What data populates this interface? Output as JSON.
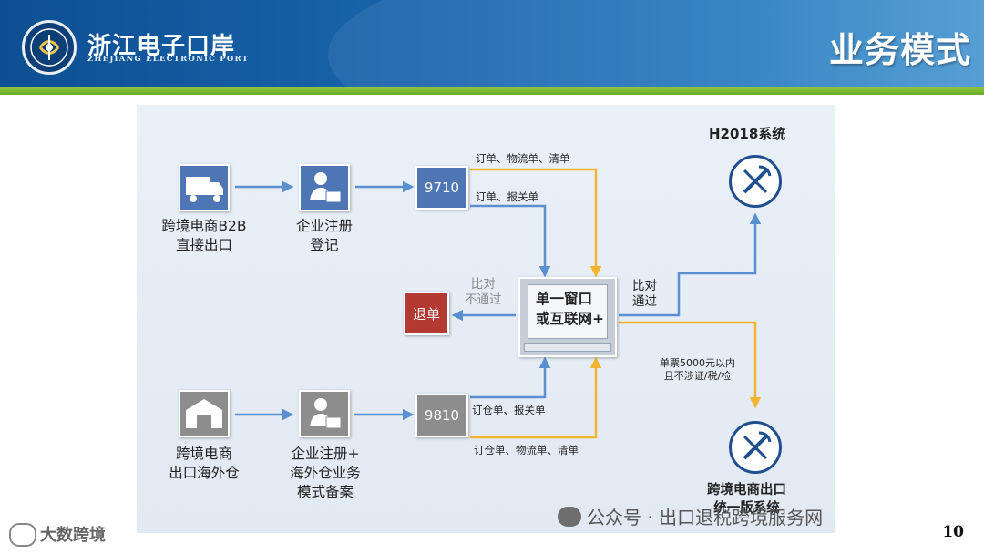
{
  "header": {
    "logo_name": "浙江电子口岸",
    "logo_en": "ZHEJIANG ELECTRONIC PORT",
    "title": "业务模式"
  },
  "diagram": {
    "b2b": {
      "label1": "跨境电商B2B",
      "label2": "直接出口"
    },
    "reg1": {
      "label1": "企业注册",
      "label2": "登记"
    },
    "code1": "9710",
    "code1_top": "订单、物流单、清单",
    "code1_bottom": "订单、报关单",
    "overseas": {
      "label1": "跨境电商",
      "label2": "出口海外仓"
    },
    "reg2": {
      "label1": "企业注册+",
      "label2": "海外仓业务",
      "label3": "模式备案"
    },
    "code2": "9810",
    "code2_top": "订仓单、报关单",
    "code2_bottom": "订仓单、物流单、清单",
    "window": {
      "line1": "单一窗口",
      "line2": "或互联网+"
    },
    "reject": "退单",
    "fail": {
      "line1": "比对",
      "line2": "不通过"
    },
    "pass": {
      "line1": "比对",
      "line2": "通过"
    },
    "h2018": "H2018系统",
    "condition": {
      "line1": "单票5000元以内",
      "line2": "且不涉证/税/检"
    },
    "unified": {
      "line1": "跨境电商出口",
      "line2": "统一版系统"
    }
  },
  "watermark": {
    "left": "大数跨境",
    "center": "公众号 · 出口退税跨境服务网"
  },
  "page_number": "10",
  "colors": {
    "header_blue": "#1a66ad",
    "stripe_green": "#7ab83a",
    "arrow_blue": "#5b8fd0",
    "arrow_yellow": "#f3b431",
    "box_9710": "#4f76b4",
    "box_9810": "#8d8d8d",
    "reject_red": "#b23a33",
    "seal_navy": "#1f4f8f"
  }
}
